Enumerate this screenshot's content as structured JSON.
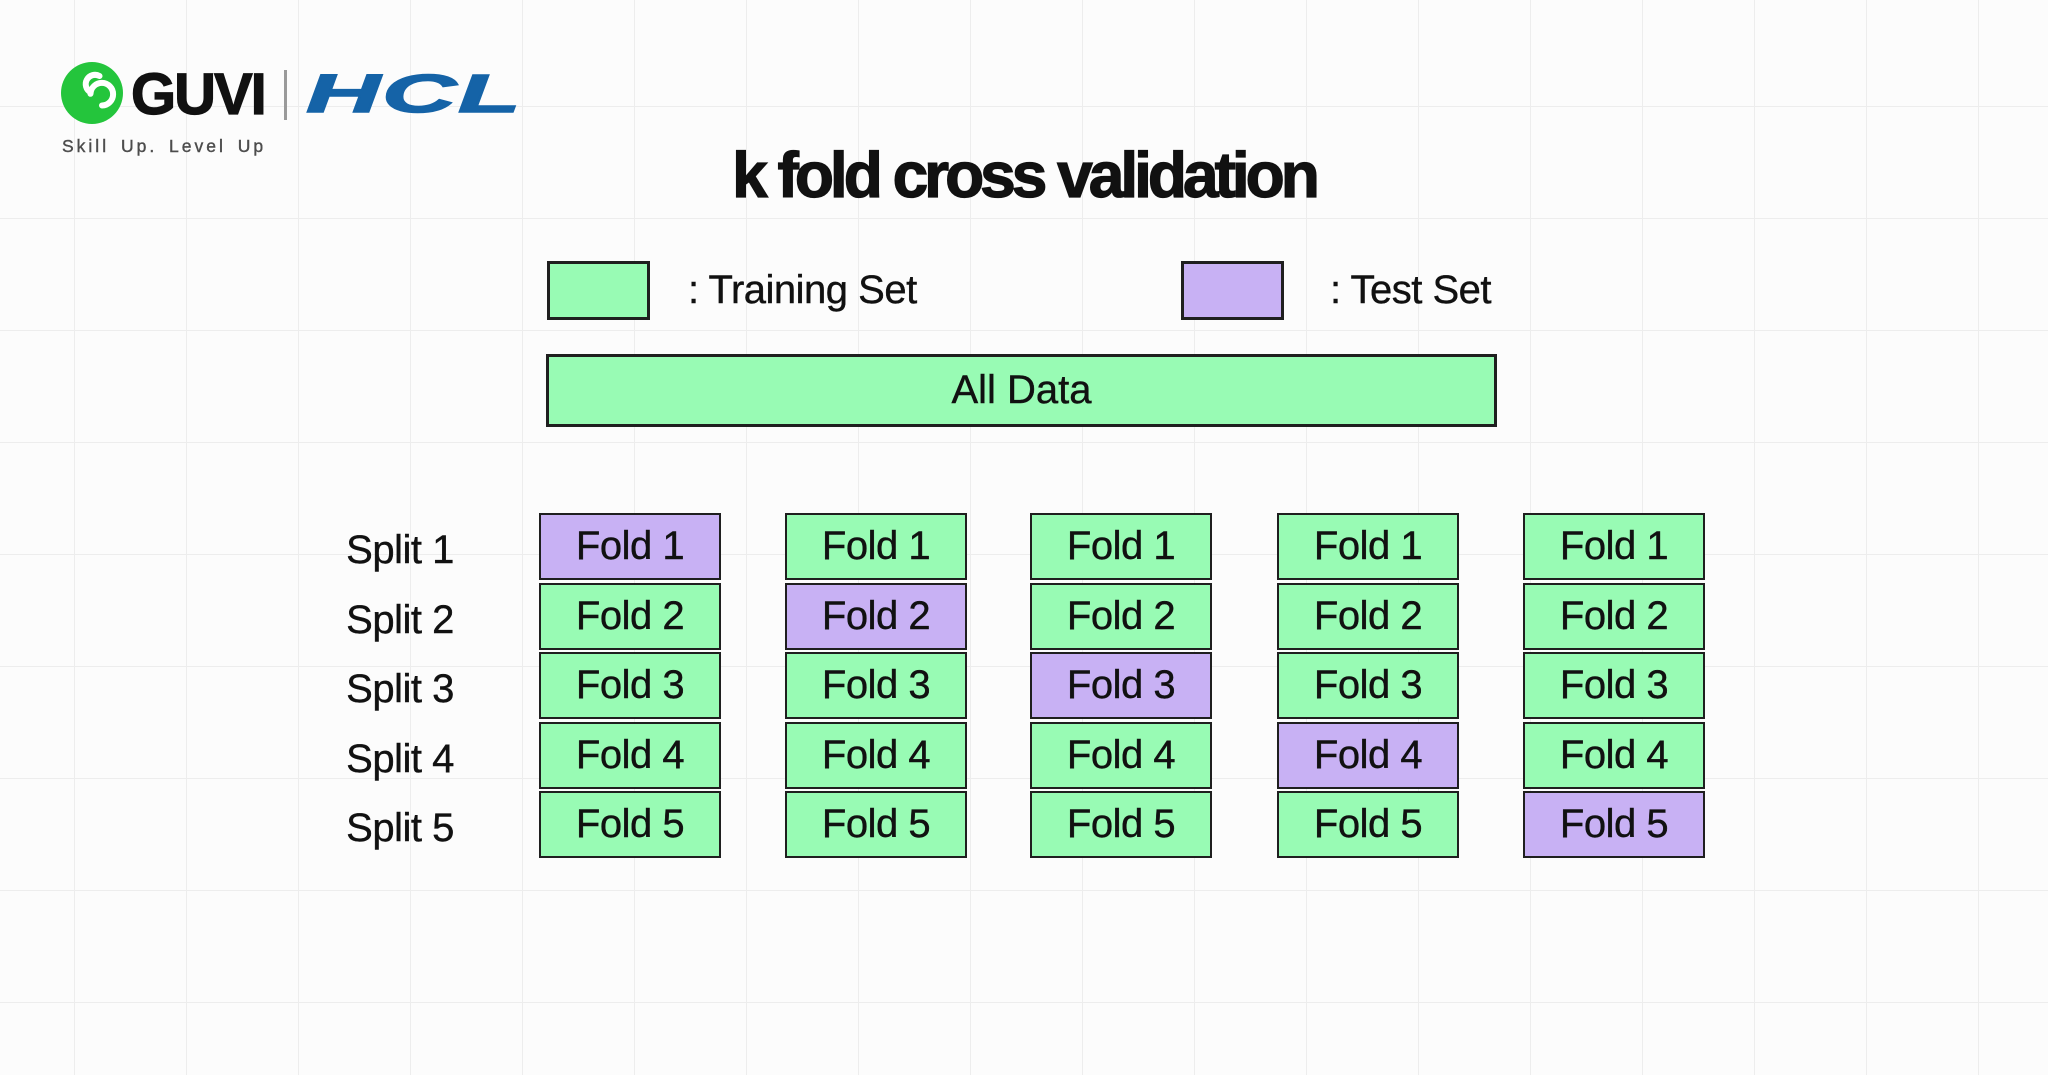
{
  "logo": {
    "brand": "GUVI",
    "partner": "HCL",
    "tagline": "Skill Up. Level Up",
    "glyph": "guvi-g-icon"
  },
  "title": "k fold cross validation",
  "legend": {
    "training": {
      "label": ": Training Set",
      "color": "#98fbb4"
    },
    "test": {
      "label": ": Test Set",
      "color": "#c8b1f4"
    }
  },
  "all_data": {
    "label": "All Data"
  },
  "grid": {
    "split_labels": [
      "Split 1",
      "Split 2",
      "Split 3",
      "Split 4",
      "Split 5"
    ],
    "fold_labels": [
      "Fold 1",
      "Fold 2",
      "Fold 3",
      "Fold 4",
      "Fold 5"
    ],
    "columns": [
      {
        "test_fold": 0
      },
      {
        "test_fold": 1
      },
      {
        "test_fold": 2
      },
      {
        "test_fold": 3
      },
      {
        "test_fold": 4
      }
    ]
  },
  "colors": {
    "background": "#fcfcfc",
    "grid_line": "#ededed",
    "training_fill": "#98fbb4",
    "test_fill": "#c8b1f4",
    "box_border": "#1f1f1f",
    "text": "#111111",
    "guvi_green": "#24c53c",
    "hcl_blue": "#1563a7",
    "tagline_gray": "#4d4d4d",
    "divider_gray": "#9a9a9a"
  }
}
